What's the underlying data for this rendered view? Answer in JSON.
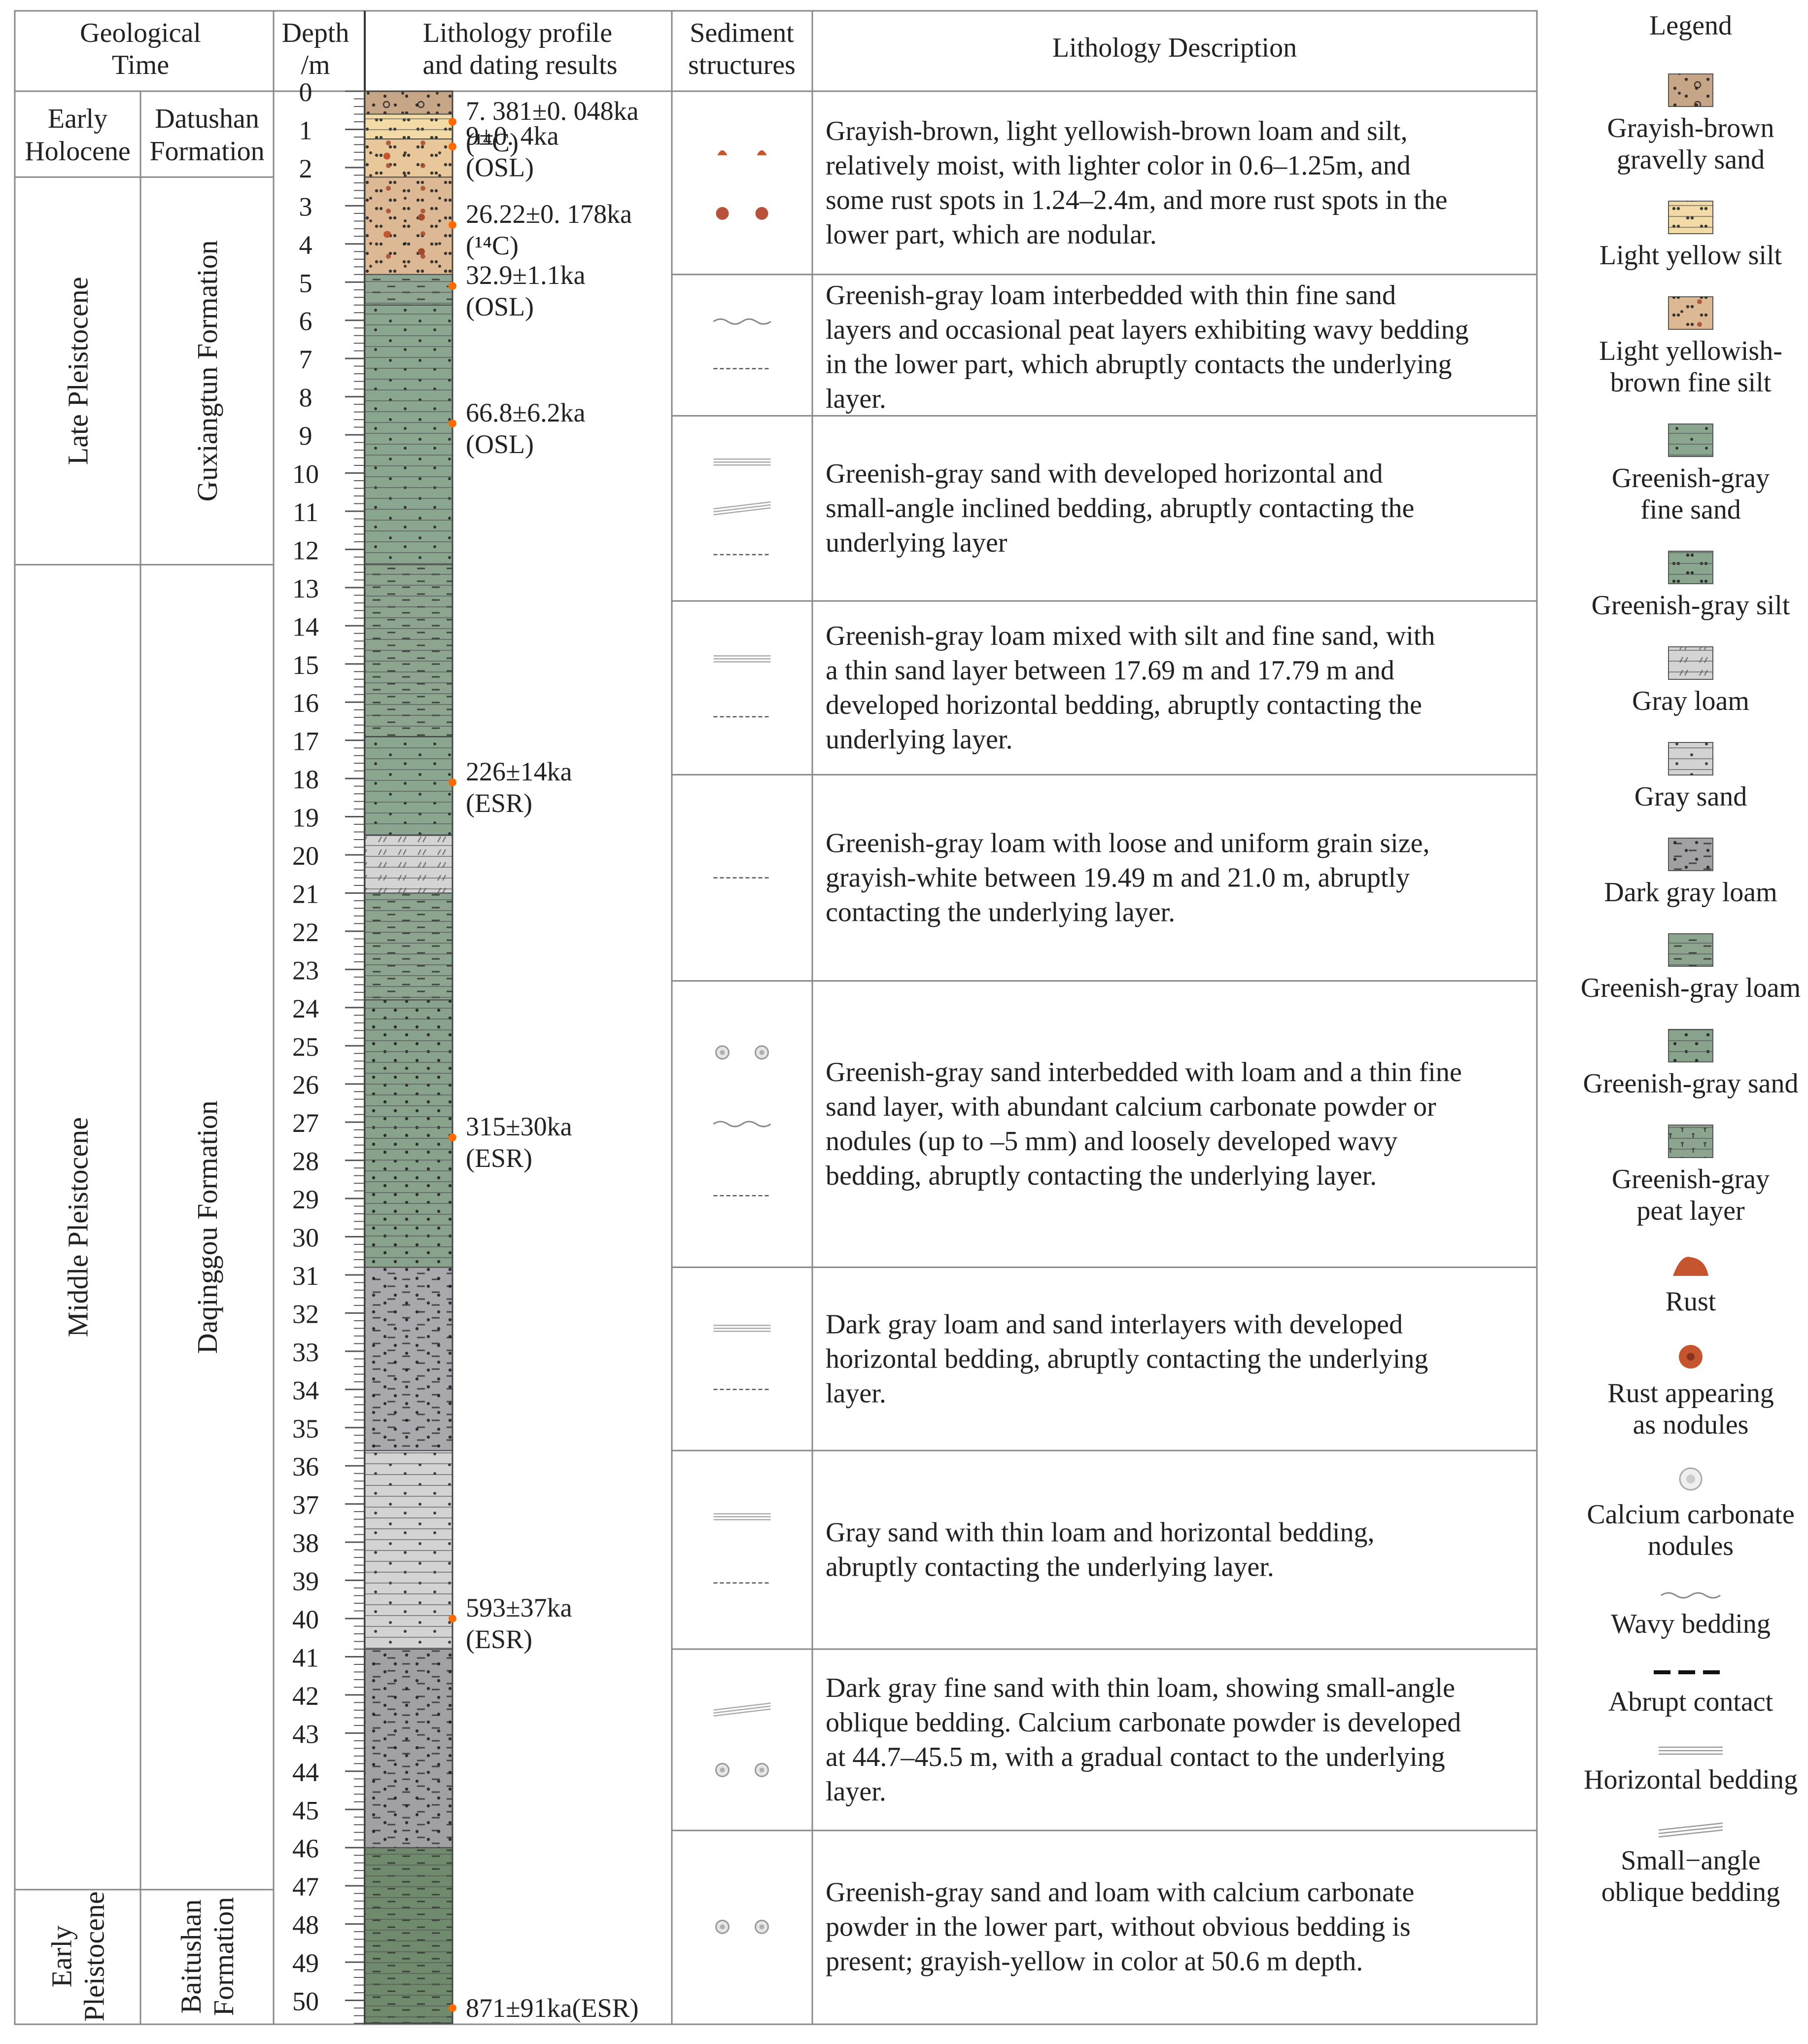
{
  "headers": {
    "geological_time": [
      "Geological",
      "Time"
    ],
    "depth": [
      "Depth",
      "/m"
    ],
    "lithology": [
      "Lithology profile",
      "and dating results"
    ],
    "sediment": [
      "Sediment",
      "structures"
    ],
    "description": "Lithology Description"
  },
  "epochs": [
    {
      "lines": [
        "Early",
        "Holocene"
      ],
      "top": 0,
      "bottom": 2.25,
      "vertical": false
    },
    {
      "lines": [
        "Late  Pleistocene"
      ],
      "top": 2.25,
      "bottom": 12.4,
      "vertical": true
    },
    {
      "lines": [
        "Middle Pleistocene"
      ],
      "top": 12.4,
      "bottom": 47.1,
      "vertical": true
    },
    {
      "lines": [
        "Early",
        "Pleistocene"
      ],
      "top": 47.1,
      "bottom": 50.6,
      "vertical": true
    }
  ],
  "formations": [
    {
      "lines": [
        "Datushan",
        "Formation"
      ],
      "top": 0,
      "bottom": 2.25,
      "vertical": false
    },
    {
      "lines": [
        "Guxiangtun Formation"
      ],
      "top": 2.25,
      "bottom": 12.4,
      "vertical": true
    },
    {
      "lines": [
        "Daqinggou  Formation"
      ],
      "top": 12.4,
      "bottom": 47.1,
      "vertical": true
    },
    {
      "lines": [
        "Baitushan",
        "Formation"
      ],
      "top": 47.1,
      "bottom": 50.6,
      "vertical": true
    }
  ],
  "depth_axis": {
    "min": 0,
    "max": 50.6,
    "labeled_ticks": [
      0,
      1,
      2,
      3,
      4,
      5,
      6,
      7,
      8,
      9,
      10,
      11,
      12,
      13,
      14,
      15,
      16,
      17,
      18,
      19,
      20,
      21,
      22,
      23,
      24,
      25,
      26,
      27,
      28,
      29,
      30,
      31,
      32,
      33,
      34,
      35,
      36,
      37,
      38,
      39,
      40,
      41,
      42,
      43,
      44,
      45,
      46,
      47,
      48,
      49,
      50
    ]
  },
  "lithology_layers": [
    {
      "top": 0.0,
      "bottom": 0.6,
      "pattern": "grayish-brown-gravelly-sand",
      "color": "#c6a686"
    },
    {
      "top": 0.6,
      "bottom": 1.25,
      "pattern": "light-yellow-silt",
      "color": "#f3dba8"
    },
    {
      "top": 1.25,
      "bottom": 2.25,
      "pattern": "light-yellowish-brown-fine-silt",
      "color": "#e8c79a"
    },
    {
      "top": 2.25,
      "bottom": 4.8,
      "pattern": "light-yellowish-brown-fine-silt",
      "color": "#ddb894"
    },
    {
      "top": 4.8,
      "bottom": 5.6,
      "pattern": "greenish-gray-loam",
      "color": "#8fa792"
    },
    {
      "top": 5.6,
      "bottom": 12.4,
      "pattern": "greenish-gray-fine-sand",
      "color": "#8ba68f"
    },
    {
      "top": 12.4,
      "bottom": 16.9,
      "pattern": "greenish-gray-loam",
      "color": "#8da58f"
    },
    {
      "top": 16.9,
      "bottom": 19.49,
      "pattern": "greenish-gray-fine-sand",
      "color": "#8ba68f"
    },
    {
      "top": 19.49,
      "bottom": 21.0,
      "pattern": "gray-loam",
      "color": "#d4d4d4"
    },
    {
      "top": 21.0,
      "bottom": 23.8,
      "pattern": "greenish-gray-loam",
      "color": "#8da58f"
    },
    {
      "top": 23.8,
      "bottom": 30.8,
      "pattern": "greenish-gray-sand",
      "color": "#88a28c"
    },
    {
      "top": 30.8,
      "bottom": 35.6,
      "pattern": "dark-gray-loam",
      "color": "#a9a9ad"
    },
    {
      "top": 35.6,
      "bottom": 40.8,
      "pattern": "gray-sand",
      "color": "#d3d3d3"
    },
    {
      "top": 40.8,
      "bottom": 46.0,
      "pattern": "dark-gray-loam",
      "color": "#a1a1a3"
    },
    {
      "top": 46.0,
      "bottom": 50.6,
      "pattern": "greenish-gray-loam",
      "color": "#6f8a6c"
    }
  ],
  "dating_results": [
    {
      "depth": 0.8,
      "lines": [
        "7. 381±0. 048ka",
        "(¹⁴C)"
      ]
    },
    {
      "depth": 1.45,
      "lines": [
        "9±0. 4ka",
        "(OSL)"
      ]
    },
    {
      "depth": 3.5,
      "lines": [
        "26.22±0. 178ka",
        " (¹⁴C)"
      ]
    },
    {
      "depth": 5.1,
      "lines": [
        "32.9±1.1ka",
        "  (OSL)"
      ]
    },
    {
      "depth": 8.7,
      "lines": [
        "66.8±6.2ka",
        "  (OSL)"
      ]
    },
    {
      "depth": 18.1,
      "lines": [
        "226±14ka",
        "(ESR)"
      ]
    },
    {
      "depth": 27.4,
      "lines": [
        "315±30ka",
        "(ESR)"
      ]
    },
    {
      "depth": 40.0,
      "lines": [
        "593±37ka",
        "(ESR)"
      ]
    },
    {
      "depth": 50.2,
      "lines": [
        "871±91ka(ESR)"
      ]
    }
  ],
  "units": [
    {
      "top": 0,
      "bottom": 4.8,
      "desc": [
        "Grayish-brown, light yellowish-brown loam and silt,",
        "relatively moist, with lighter color in 0.6–1.25m, and",
        "some rust spots in 1.24–2.4m, and more rust spots in the",
        "lower part, which are nodular."
      ],
      "structures": [
        "rust",
        "rust-nodules"
      ]
    },
    {
      "top": 4.8,
      "bottom": 8.5,
      "desc": [
        "Greenish-gray loam interbedded with thin fine sand",
        "layers and occasional peat layers exhibiting wavy bedding",
        "in the lower part, which abruptly contacts the underlying",
        "layer."
      ],
      "structures": [
        "wavy-bedding",
        "abrupt-contact"
      ]
    },
    {
      "top": 8.5,
      "bottom": 13.35,
      "desc": [
        "Greenish-gray sand with developed horizontal and",
        "small-angle inclined bedding, abruptly contacting the",
        "underlying layer"
      ],
      "structures": [
        "horizontal-bedding",
        "oblique-bedding",
        "abrupt-contact"
      ]
    },
    {
      "top": 13.35,
      "bottom": 17.9,
      "desc": [
        "Greenish-gray loam mixed with silt and fine sand, with",
        "a thin sand layer between 17.69 m and 17.79 m and",
        "developed horizontal bedding, abruptly contacting the",
        "underlying layer."
      ],
      "structures": [
        "horizontal-bedding",
        "abrupt-contact"
      ]
    },
    {
      "top": 17.9,
      "bottom": 23.3,
      "desc": [
        "Greenish-gray loam with loose and uniform grain size,",
        "grayish-white between 19.49 m and 21.0 m, abruptly",
        "contacting the underlying layer."
      ],
      "structures": [
        "abrupt-contact"
      ]
    },
    {
      "top": 23.3,
      "bottom": 30.8,
      "desc": [
        "Greenish-gray sand interbedded with loam and a thin fine",
        "sand layer, with abundant calcium carbonate powder or",
        "nodules (up to –5 mm) and loosely developed wavy",
        "bedding, abruptly contacting the underlying layer."
      ],
      "structures": [
        "calcium-nodules",
        "wavy-bedding",
        "abrupt-contact"
      ]
    },
    {
      "top": 30.8,
      "bottom": 35.6,
      "desc": [
        "Dark gray loam and sand interlayers with developed",
        "horizontal bedding, abruptly contacting the underlying",
        "layer."
      ],
      "structures": [
        "horizontal-bedding",
        "abrupt-contact"
      ]
    },
    {
      "top": 35.6,
      "bottom": 40.8,
      "desc": [
        "Gray sand with thin loam and horizontal bedding,",
        "abruptly contacting the underlying layer."
      ],
      "structures": [
        "horizontal-bedding",
        "abrupt-contact"
      ]
    },
    {
      "top": 40.8,
      "bottom": 45.55,
      "desc": [
        "Dark gray fine sand with thin loam, showing small-angle",
        "oblique bedding. Calcium carbonate powder is developed",
        "at 44.7–45.5 m, with a gradual contact to the underlying",
        "layer."
      ],
      "structures": [
        "oblique-bedding",
        "calcium-nodules"
      ]
    },
    {
      "top": 45.55,
      "bottom": 50.6,
      "desc": [
        "Greenish-gray sand and loam with calcium carbonate",
        "powder in the lower part, without obvious bedding is",
        "present; grayish-yellow in color at 50.6 m depth."
      ],
      "structures": [
        "calcium-nodules"
      ]
    }
  ],
  "legend": {
    "title": "Legend",
    "items": [
      {
        "lines": [
          "Grayish-brown",
          "gravelly sand"
        ],
        "symbol": "grayish-brown-gravelly-sand",
        "color": "#c6a686"
      },
      {
        "lines": [
          "Light yellow silt"
        ],
        "symbol": "light-yellow-silt",
        "color": "#f3dba8"
      },
      {
        "lines": [
          "Light yellowish-",
          "brown fine silt"
        ],
        "symbol": "light-yellowish-brown-fine-silt",
        "color": "#ddb894"
      },
      {
        "lines": [
          "Greenish-gray",
          "fine sand"
        ],
        "symbol": "greenish-gray-fine-sand",
        "color": "#8ba68f"
      },
      {
        "lines": [
          "Greenish-gray silt"
        ],
        "symbol": "greenish-gray-silt",
        "color": "#8ba68f"
      },
      {
        "lines": [
          "Gray loam"
        ],
        "symbol": "gray-loam",
        "color": "#d4d4d4"
      },
      {
        "lines": [
          "Gray sand"
        ],
        "symbol": "gray-sand",
        "color": "#d3d3d3"
      },
      {
        "lines": [
          "Dark gray loam"
        ],
        "symbol": "dark-gray-loam",
        "color": "#a1a1a3"
      },
      {
        "lines": [
          "Greenish-gray loam"
        ],
        "symbol": "greenish-gray-loam",
        "color": "#8da58f"
      },
      {
        "lines": [
          "Greenish-gray sand"
        ],
        "symbol": "greenish-gray-sand",
        "color": "#88a28c"
      },
      {
        "lines": [
          "Greenish-gray",
          "peat layer"
        ],
        "symbol": "greenish-gray-peat-layer",
        "color": "#8da58f"
      },
      {
        "lines": [
          "Rust"
        ],
        "symbol": "rust",
        "color": "#c4552f"
      },
      {
        "lines": [
          "Rust appearing",
          "as nodules"
        ],
        "symbol": "rust-nodules",
        "color": "#c4552f"
      },
      {
        "lines": [
          "Calcium carbonate",
          "nodules"
        ],
        "symbol": "calcium-nodules",
        "color": "#aaaaaa"
      },
      {
        "lines": [
          "Wavy bedding"
        ],
        "symbol": "wavy-bedding",
        "color": "#888888"
      },
      {
        "lines": [
          "Abrupt contact"
        ],
        "symbol": "abrupt-contact",
        "color": "#111111"
      },
      {
        "lines": [
          "Horizontal bedding"
        ],
        "symbol": "horizontal-bedding",
        "color": "#999999"
      },
      {
        "lines": [
          "Small−angle",
          "oblique bedding"
        ],
        "symbol": "oblique-bedding",
        "color": "#999999"
      }
    ]
  },
  "colors": {
    "line": "#888888",
    "dating_marker": "#ff6a00",
    "text": "#222222"
  }
}
